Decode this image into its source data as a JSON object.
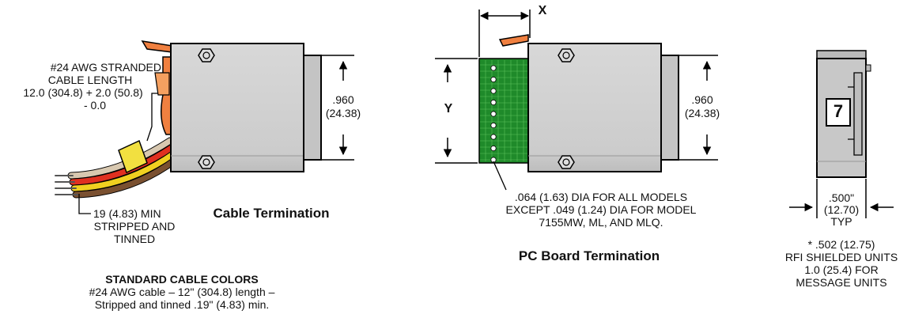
{
  "cable_view": {
    "cable_spec": [
      "#24 AWG STRANDED",
      "CABLE LENGTH",
      "12.0 (304.8) + 2.0 (50.8)",
      "- 0.0"
    ],
    "height_dim": [
      ".960",
      "(24.38)"
    ],
    "strip_note": [
      "19 (4.83) MIN",
      "STRIPPED AND",
      "TINNED"
    ],
    "title": "Cable Termination",
    "colors_heading": "STANDARD CABLE COLORS",
    "colors_text": [
      "#24 AWG cable – 12\" (304.8) length –",
      "Stripped and tinned .19\" (4.83) min."
    ],
    "wire_colors": [
      "#d8c8b0",
      "#e03020",
      "#f0d020",
      "#7a5030",
      "#c0c0c0"
    ]
  },
  "pcb_view": {
    "x_label": "X",
    "y_label": "Y",
    "height_dim": [
      ".960",
      "(24.38)"
    ],
    "pin_note": [
      ".064 (1.63) DIA FOR ALL MODELS",
      "EXCEPT .049 (1.24) DIA FOR MODEL",
      "7155MW, ML, AND MLQ."
    ],
    "title": "PC Board Termination"
  },
  "front_view": {
    "digit": "7",
    "width_dim": [
      ".500\"",
      "(12.70)",
      "TYP"
    ],
    "notes": [
      "* .502 (12.75)",
      "RFI SHIELDED UNITS",
      "1.0 (25.4) FOR",
      "MESSAGE UNITS"
    ]
  },
  "colors": {
    "body_gray": "#cfcfcf",
    "body_dark": "#9a9a9a",
    "lever_orange": "#f08040",
    "pcb_green": "#1f8a2a",
    "sleeve_yellow": "#f2e040"
  }
}
